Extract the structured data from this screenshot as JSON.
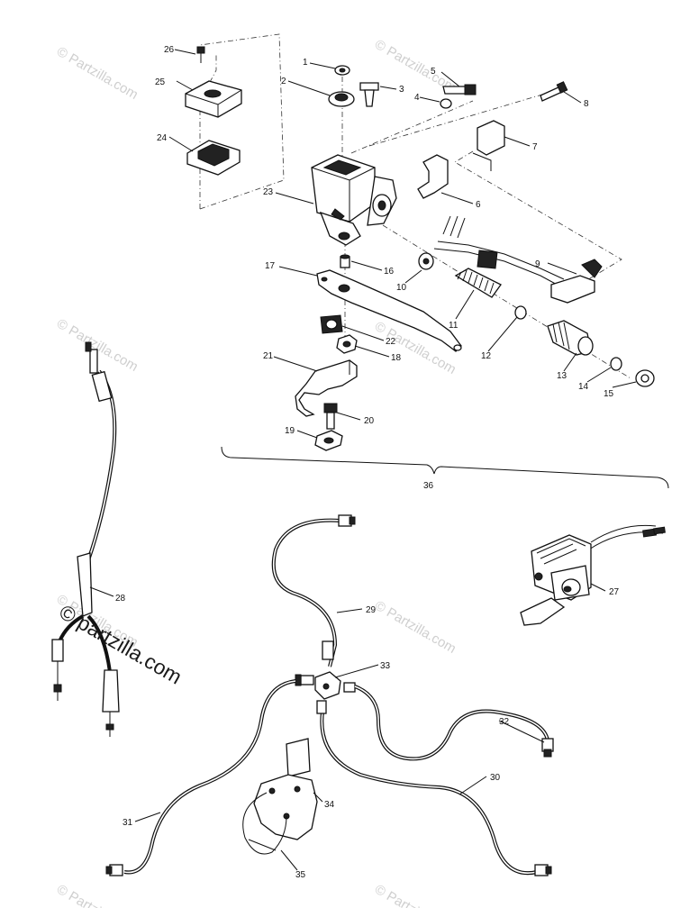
{
  "watermark": {
    "main_text": "© partzilla.com",
    "tile_text": "© Partzilla.com"
  },
  "callouts": [
    {
      "id": "c1",
      "text": "1"
    },
    {
      "id": "c2",
      "text": "2"
    },
    {
      "id": "c3",
      "text": "3"
    },
    {
      "id": "c4",
      "text": "4"
    },
    {
      "id": "c5",
      "text": "5"
    },
    {
      "id": "c6",
      "text": "6"
    },
    {
      "id": "c7",
      "text": "7"
    },
    {
      "id": "c8",
      "text": "8"
    },
    {
      "id": "c9",
      "text": "9"
    },
    {
      "id": "c10",
      "text": "10"
    },
    {
      "id": "c11",
      "text": "11"
    },
    {
      "id": "c12",
      "text": "12"
    },
    {
      "id": "c13",
      "text": "13"
    },
    {
      "id": "c14",
      "text": "14"
    },
    {
      "id": "c15",
      "text": "15"
    },
    {
      "id": "c16",
      "text": "16"
    },
    {
      "id": "c17",
      "text": "17"
    },
    {
      "id": "c18",
      "text": "18"
    },
    {
      "id": "c19",
      "text": "19"
    },
    {
      "id": "c20",
      "text": "20"
    },
    {
      "id": "c21",
      "text": "21"
    },
    {
      "id": "c22",
      "text": "22"
    },
    {
      "id": "c23",
      "text": "23"
    },
    {
      "id": "c24",
      "text": "24"
    },
    {
      "id": "c25",
      "text": "25"
    },
    {
      "id": "c26",
      "text": "26"
    },
    {
      "id": "c27",
      "text": "27"
    },
    {
      "id": "c28",
      "text": "28"
    },
    {
      "id": "c29",
      "text": "29"
    },
    {
      "id": "c30",
      "text": "30"
    },
    {
      "id": "c31",
      "text": "31"
    },
    {
      "id": "c32",
      "text": "32"
    },
    {
      "id": "c33",
      "text": "33"
    },
    {
      "id": "c34",
      "text": "34"
    },
    {
      "id": "c35",
      "text": "35"
    },
    {
      "id": "c36",
      "text": "36"
    }
  ]
}
